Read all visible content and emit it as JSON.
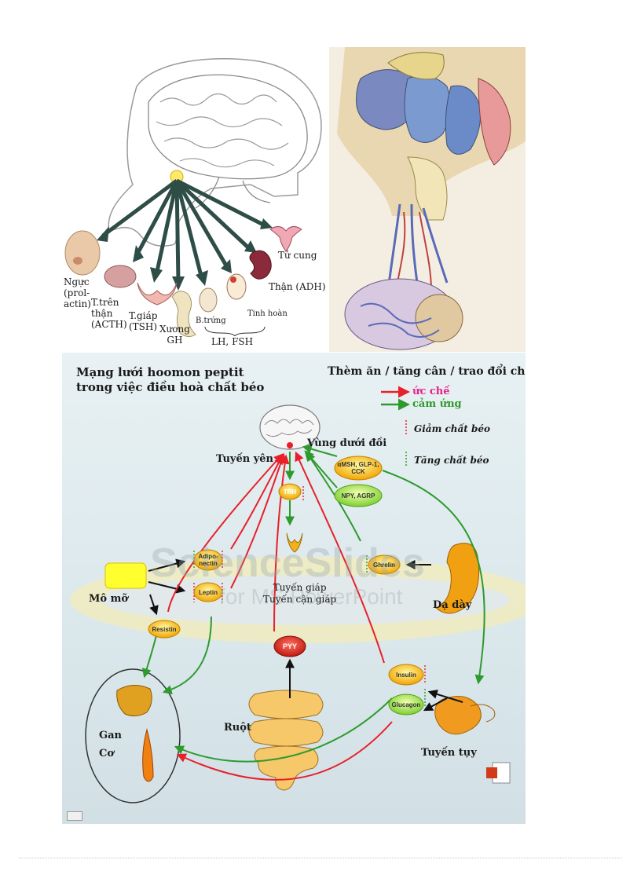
{
  "top_panel": {
    "labels": {
      "nguc": "Ngực\n(prol-\nactin)",
      "t_tren_than": "T.trên\nthận\n(ACTH)",
      "t_giap": "T.giáp\n(TSH)",
      "xuong": "Xương\nGH",
      "b_trung": "B.trứng",
      "tinh_hoan": "Tinh hoàn",
      "lh_fsh": "LH,  FSH",
      "tu_cung": "Tử cung",
      "than": "Thận (ADH)"
    }
  },
  "bottom_panel": {
    "title_line1": "Mạng lưới hoomon peptit",
    "title_line2": "trong việc điều hoà chất béo",
    "legend": {
      "header": "Thèm ăn / tăng cân / trao đổi chất",
      "inhibit": "ức chế",
      "induce": "cảm ứng",
      "decrease_fat": "Giảm chất béo",
      "increase_fat": "Tăng chất béo",
      "inhibit_color": "#e8202a",
      "induce_color": "#2e9a2e"
    },
    "nodes": {
      "hypothalamus": "Vùng dưới đồi",
      "pituitary": "Tuyến yên",
      "msh": "αMSH, GLP-1,\nCCK",
      "npy": "NPY, AGRP",
      "trh": "TRH",
      "thyroid": "Tuyến giáp\nTuyến cận giáp",
      "adiponectin": "Adipo-\nnectin",
      "leptin": "Leptin",
      "resistin": "Resistin",
      "fat": "Mô mỡ",
      "ghrelin": "Ghrelin",
      "stomach": "Dạ dày",
      "pyy": "PYY",
      "intestine": "Ruột",
      "insulin": "Insulin",
      "glucagon": "Glucagon",
      "pancreas": "Tuyến tụy",
      "liver": "Gan",
      "muscle": "Cơ"
    },
    "watermark_line1": "ScienceSlides",
    "watermark_line2": "for MS PowerPoint"
  }
}
